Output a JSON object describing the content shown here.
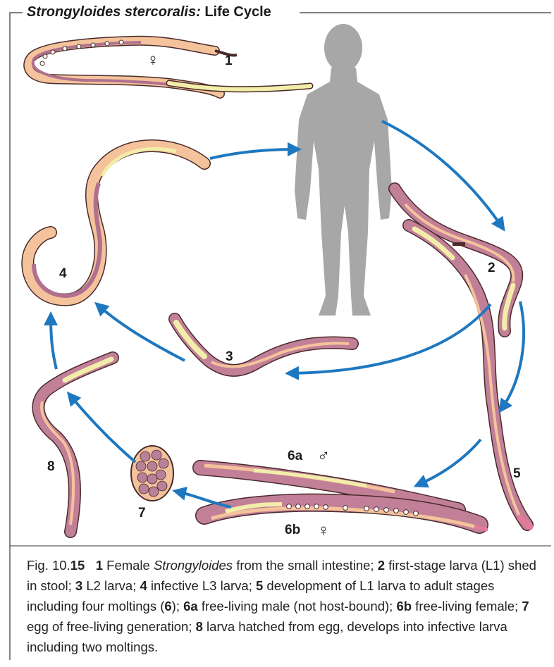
{
  "title": {
    "italic": "Strongyloides stercoralis:",
    "bold": "Life Cycle"
  },
  "labels": {
    "s1": "1",
    "s2": "2",
    "s3": "3",
    "s4": "4",
    "s5": "5",
    "s6a": "6a",
    "s6b": "6b",
    "s7": "7",
    "s8": "8"
  },
  "symbols": {
    "female": "♀",
    "male": "♂"
  },
  "caption": {
    "fig_prefix": "Fig. 10.",
    "fig_num": "15",
    "n1": "1",
    "t1": " Female ",
    "t1i": "Strongyloides",
    "t1b": " from the small intestine; ",
    "n2": "2",
    "t2": " first-stage larva (L1) shed in stool; ",
    "n3": "3",
    "t3": " L2 larva; ",
    "n4": "4",
    "t4": " infective L3 larva; ",
    "n5": "5",
    "t5": " development of L1 larva to adult stages including four moltings (",
    "n6": "6",
    "t6": "); ",
    "n6a": "6a",
    "t6a": " free-living male (not host-bound); ",
    "n6b": "6b",
    "t6b": " free-living female; ",
    "n7": "7",
    "t7": " egg of free-living generation; ",
    "n8": "8",
    "t8": " larva hatched from egg, develops into infective larva including two moltings."
  },
  "colors": {
    "arrow": "#1e78c0",
    "human": "#a7a7a7",
    "worm_outer": "#f4c39b",
    "worm_inner": "#b0708e",
    "gut_light": "#f2eeaa",
    "outline": "#4a2a2a"
  }
}
